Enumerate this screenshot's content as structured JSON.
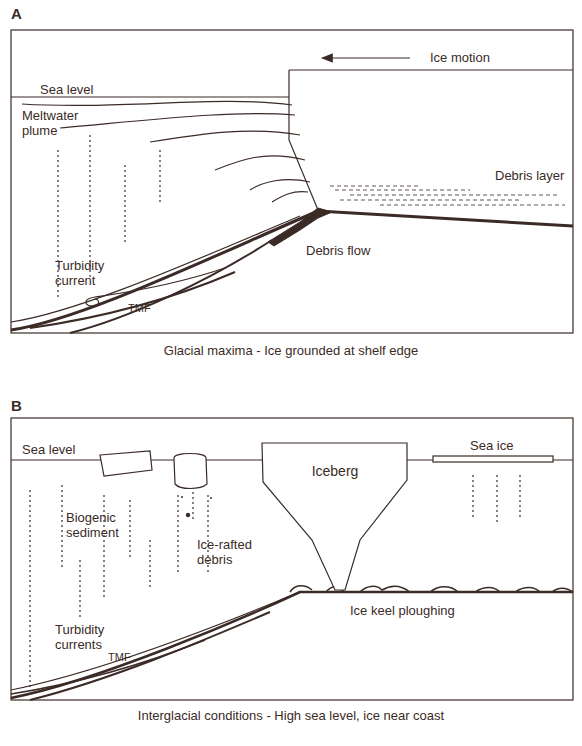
{
  "diagram": {
    "nodes": [
      {
        "text": [
          "Iceberg"
        ]
      }
    ],
    "labels": [
      "A",
      "Ice motion",
      "Sea level",
      "Meltwater plume",
      "Debris layer",
      "Debris flow",
      "Turbidity current",
      "TMF",
      "Glacial maxima - Ice grounded at shelf edge",
      "B",
      "Sea level",
      "Sea ice",
      "Biogenic sediment",
      "Ice-rafted debris",
      "Ice keel ploughing",
      "Turbidity currents",
      "TMF",
      "Interglacial conditions - High sea level, ice near coast"
    ]
  }
}
